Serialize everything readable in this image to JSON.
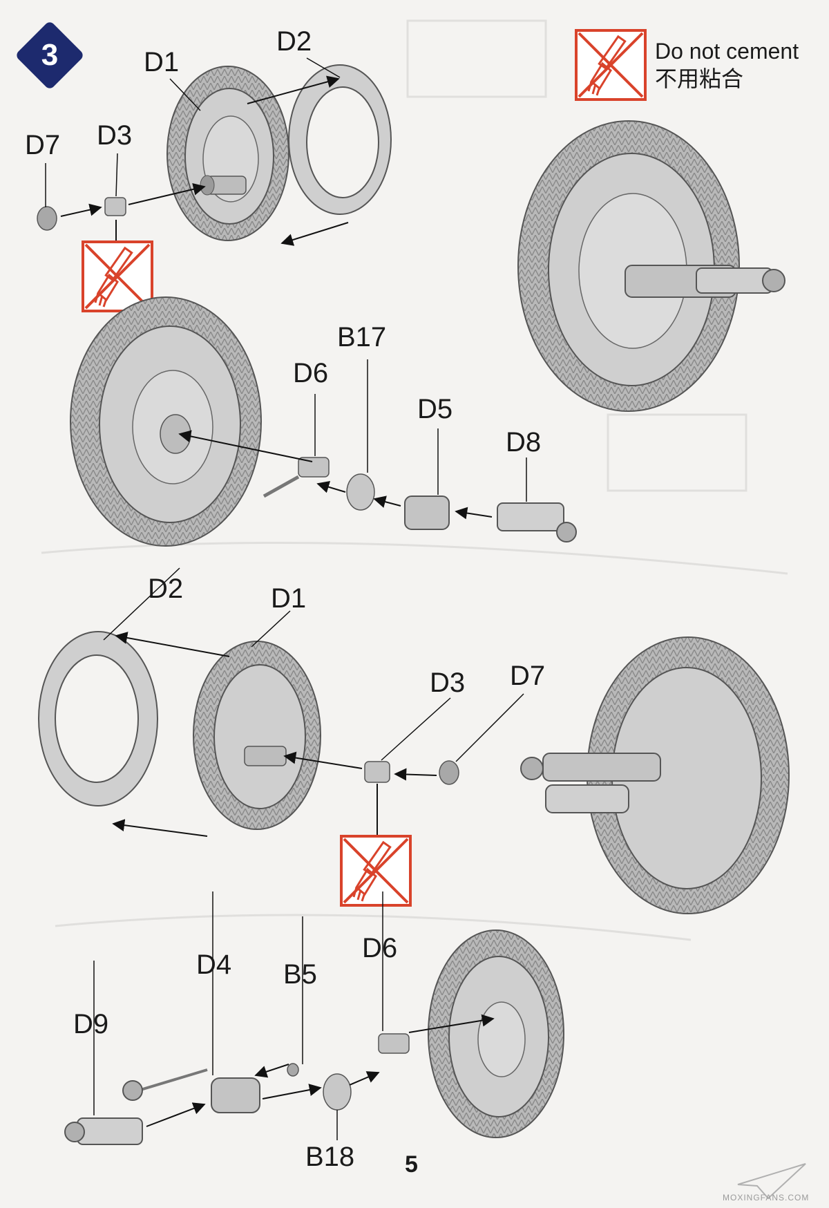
{
  "step": {
    "number": "3"
  },
  "legend": {
    "en": "Do not cement",
    "zh": "不用粘合"
  },
  "labels": {
    "s1_d1": "D1",
    "s1_d2": "D2",
    "s1_d7": "D7",
    "s1_d3": "D3",
    "s2_d6": "D6",
    "s2_b17": "B17",
    "s2_d5": "D5",
    "s2_d8": "D8",
    "s3_d2": "D2",
    "s3_d1": "D1",
    "s3_d3": "D3",
    "s3_d7": "D7",
    "s4_d4": "D4",
    "s4_b5": "B5",
    "s4_d6": "D6",
    "s4_d9": "D9",
    "s4_b18": "B18"
  },
  "page_number": "5",
  "watermark": "MOXINGFANS.COM",
  "colors": {
    "badge": "#1d2a6e",
    "no_cement": "#d9432b",
    "part": "#c9c9c9",
    "tire": "#b5b5b5"
  }
}
